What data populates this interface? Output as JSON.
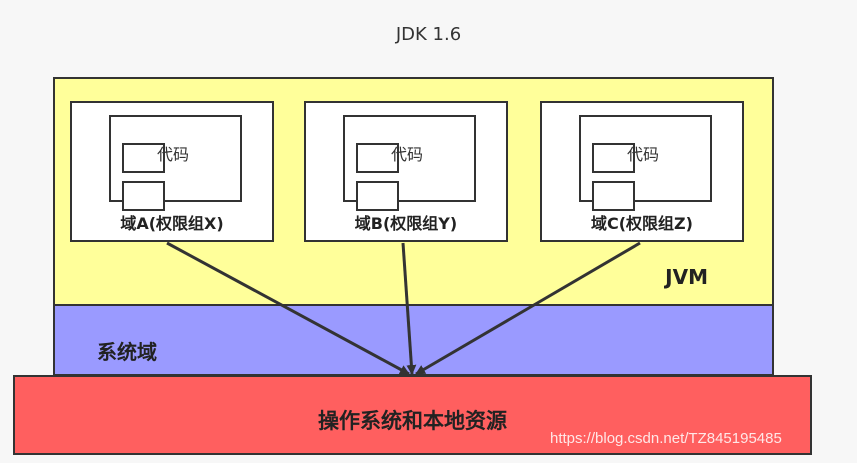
{
  "title": "JDK 1.6",
  "jvm": {
    "label": "JVM"
  },
  "domains": [
    {
      "code_label": "代码",
      "label": "域A(权限组X)"
    },
    {
      "code_label": "代码",
      "label": "域B(权限组Y)"
    },
    {
      "code_label": "代码",
      "label": "域C(权限组Z)"
    }
  ],
  "system_domain": {
    "label": "系统域"
  },
  "os_resources": {
    "label": "操作系统和本地资源"
  },
  "watermark": "https://blog.csdn.net/TZ845195485",
  "colors": {
    "jvm": "#ffff9a",
    "system_domain": "#9a9aff",
    "os_resources": "#ff5f5f",
    "background": "#f7f7f7"
  }
}
